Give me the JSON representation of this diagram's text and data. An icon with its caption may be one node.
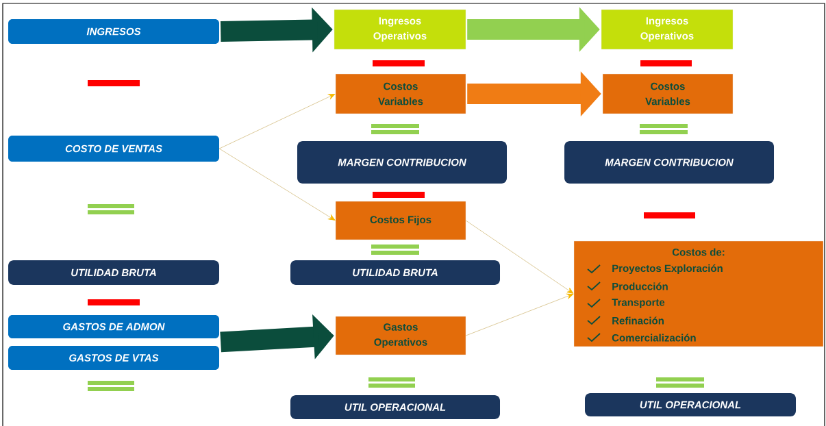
{
  "diagram": {
    "nodes": [
      {
        "text": [
          "INGRESOS"
        ]
      },
      {
        "text": [
          "Ingresos Operativos"
        ]
      },
      {
        "text": [
          "Ingresos Operativos"
        ]
      },
      {
        "text": [
          "COSTO DE VENTAS"
        ]
      },
      {
        "text": [
          "Costos Variables"
        ]
      },
      {
        "text": [
          "Costos Variables"
        ]
      },
      {
        "text": [
          "MARGEN CONTRIBUCION"
        ]
      },
      {
        "text": [
          "MARGEN CONTRIBUCION"
        ]
      },
      {
        "text": [
          "Costos Fijos"
        ]
      },
      {
        "text": [
          "UTILIDAD BRUTA"
        ]
      },
      {
        "text": [
          "UTILIDAD BRUTA"
        ]
      },
      {
        "text": [
          "Costos de:",
          "Proyectos Exploración",
          "Producción",
          "Transporte",
          "Refinación",
          "Comercialización"
        ]
      },
      {
        "text": [
          "GASTOS DE ADMON"
        ]
      },
      {
        "text": [
          "GASTOS DE VTAS"
        ]
      },
      {
        "text": [
          "Gastos Operativos"
        ]
      },
      {
        "text": [
          "UTIL OPERACIONAL"
        ]
      },
      {
        "text": [
          "UTIL OPERACIONAL"
        ]
      }
    ],
    "edges": [
      {
        "from": 0,
        "to": 1,
        "arrow": "to",
        "color": "#0b4d3c"
      },
      {
        "from": 1,
        "to": 2,
        "arrow": "to",
        "color": "#92d050"
      },
      {
        "from": 4,
        "to": 5,
        "arrow": "to",
        "color": "#f07c14"
      },
      {
        "from": 3,
        "to": 4,
        "arrow": "to"
      },
      {
        "from": 3,
        "to": 8,
        "arrow": "to"
      },
      {
        "from": 8,
        "to": 11,
        "arrow": "to"
      },
      {
        "from": 14,
        "to": 11,
        "arrow": "to"
      },
      {
        "from": 12,
        "to": 14,
        "arrow": "to",
        "color": "#0b4d3c"
      },
      {
        "from": 13,
        "to": 14,
        "arrow": "to",
        "color": "#0b4d3c"
      }
    ]
  }
}
